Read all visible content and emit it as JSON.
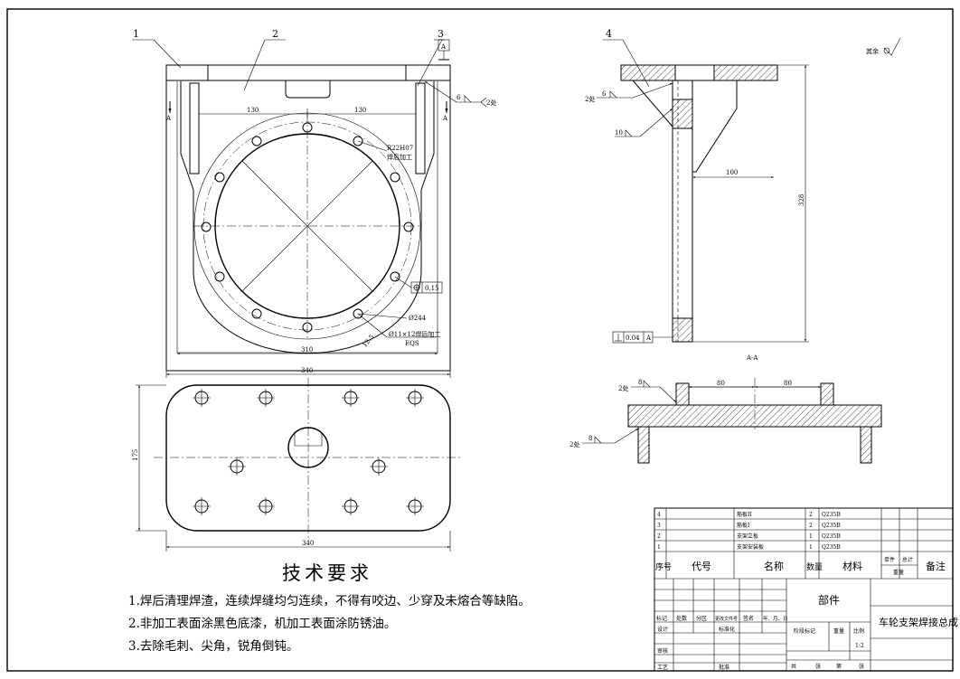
{
  "surface_finish": {
    "label": "其余"
  },
  "leaders": {
    "n1": "1",
    "n2": "2",
    "n3": "3",
    "n4": "4"
  },
  "section": {
    "marker_a": "A",
    "section_title": "A-A"
  },
  "datum": {
    "label": "A"
  },
  "dims": {
    "d130_left": "130",
    "d130_right": "130",
    "d310": "310",
    "d340_top": "340",
    "d340_bottom": "340",
    "d175": "175",
    "d100": "100",
    "d328": "328",
    "d80_left": "80",
    "d80_right": "80",
    "d244": "Ø244",
    "fillet_note_1": "R22H07",
    "fillet_note_2": "焊后加工",
    "hole_note_1": "Ø11×12焊后加工",
    "hole_note_2": "EQS",
    "pos_tol_val": "0.15",
    "perp_tol_val": "0.04",
    "perp_tol_ref": "A",
    "angle": "12.5"
  },
  "welds": {
    "size_6": "6",
    "size_8": "8",
    "size_10": "10",
    "qty_2": "2处"
  },
  "tech_req": {
    "title": "技术要求",
    "items": [
      "1.焊后清理焊渣，连续焊缝均匀连续，不得有咬边、少穿及未熔合等缺陷。",
      "2.非加工表面涂黑色底漆，机加工表面涂防锈油。",
      "3.去除毛刺、尖角，锐角倒钝。"
    ]
  },
  "title_block": {
    "parts": [
      {
        "no": "4",
        "name": "筋板II",
        "qty": "2",
        "material": "Q235B"
      },
      {
        "no": "3",
        "name": "筋板I",
        "qty": "2",
        "material": "Q235B"
      },
      {
        "no": "2",
        "name": "支架立板",
        "qty": "1",
        "material": "Q235B"
      },
      {
        "no": "1",
        "name": "支架安装板",
        "qty": "1",
        "material": "Q235B"
      }
    ],
    "headers": {
      "seq": "序号",
      "code": "代号",
      "name": "名称",
      "qty": "数量",
      "material": "材料",
      "single": "单件",
      "total": "总计",
      "weight": "重量",
      "remark": "备注"
    },
    "component": "部件",
    "drawing_title": "车轮支架焊接总成",
    "rows_labels": {
      "mark": "标记",
      "count": "处数",
      "zone": "分区",
      "doc": "更改文件号",
      "sign": "签名",
      "date": "年、月、日",
      "design": "设计",
      "standard": "标准化",
      "stage": "阶段标记",
      "weight": "重量",
      "scale": "比例",
      "scale_val": "1:2",
      "check": "审核",
      "process": "工艺",
      "approve": "批准",
      "sheets_total": "共",
      "sheets": "张",
      "sheet_no": "第",
      "page": "张"
    }
  }
}
